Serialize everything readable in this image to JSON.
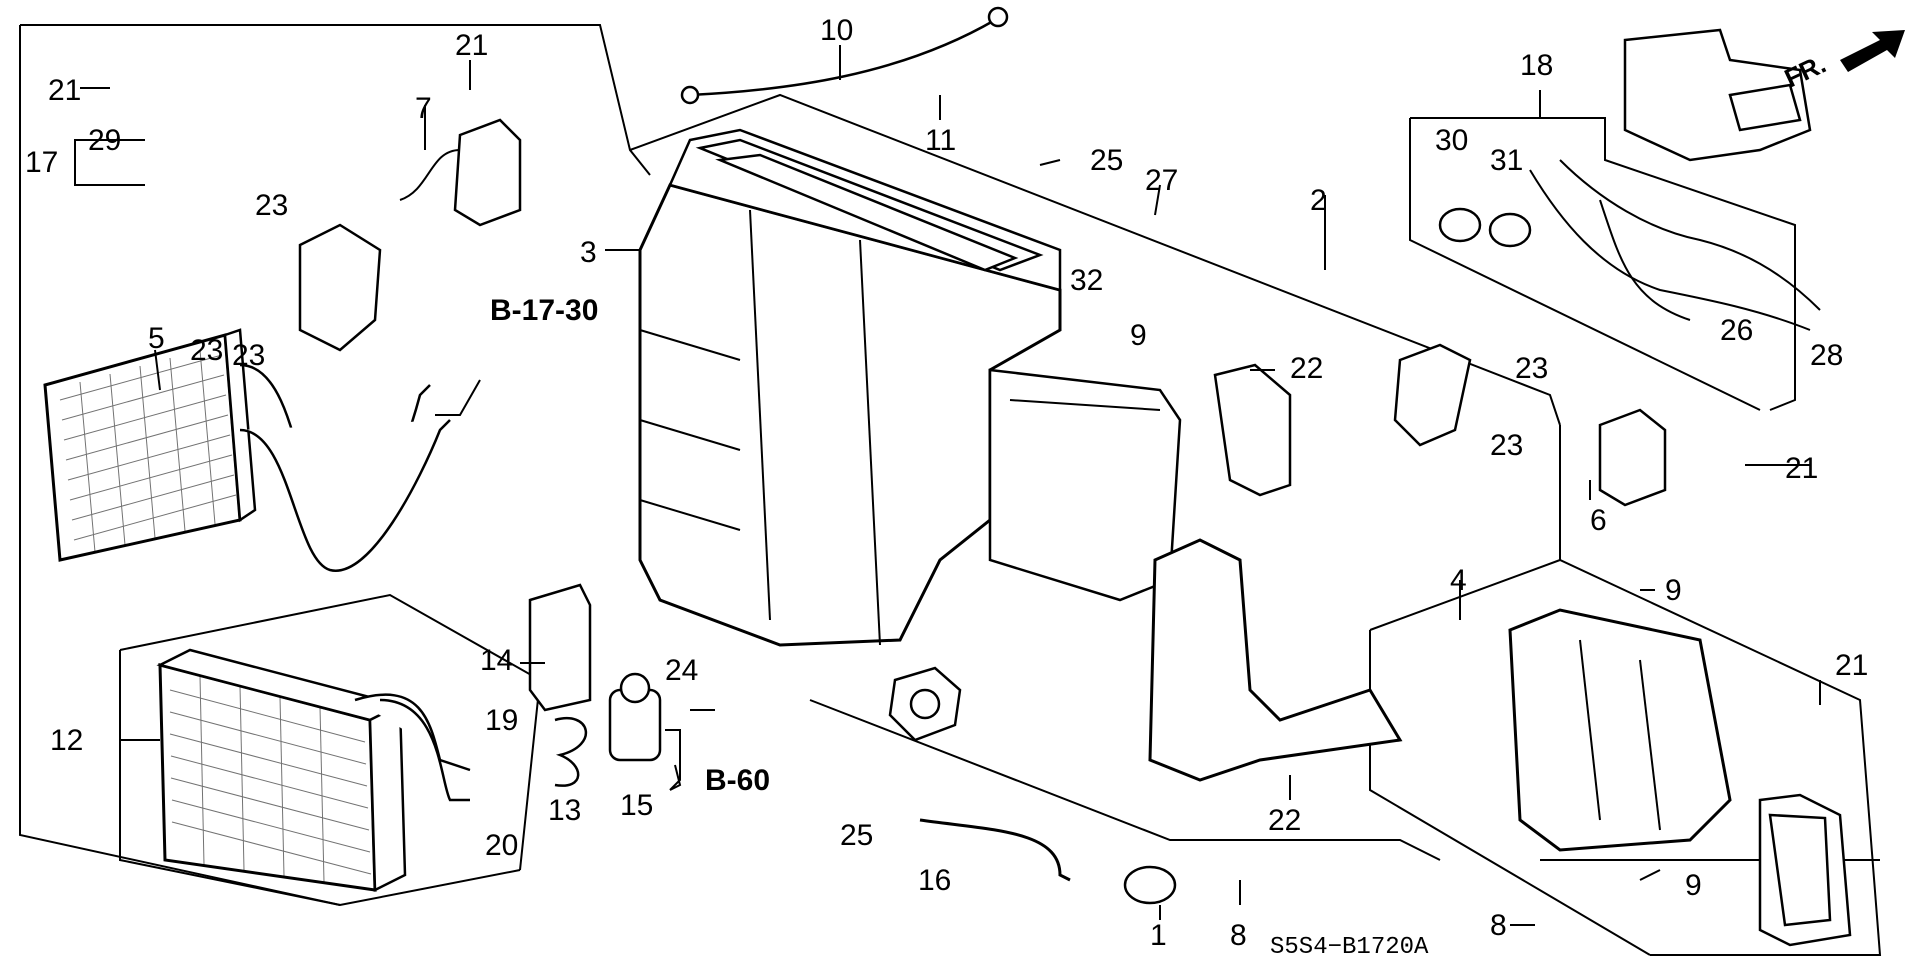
{
  "diagram_code": "S5S4−B1720A",
  "direction_label": "FR.",
  "cross_refs": {
    "ref_a": "B-17-30",
    "ref_b": "B-60"
  },
  "callouts": {
    "c1": "1",
    "c2": "2",
    "c3": "3",
    "c4": "4",
    "c5": "5",
    "c6": "6",
    "c7": "7",
    "c8": "8",
    "c9": "9",
    "c10": "10",
    "c11": "11",
    "c12": "12",
    "c13": "13",
    "c14": "14",
    "c15": "15",
    "c16": "16",
    "c17": "17",
    "c18": "18",
    "c19": "19",
    "c20": "20",
    "c21": "21",
    "c22": "22",
    "c23": "23",
    "c24": "24",
    "c25": "25",
    "c26": "26",
    "c27": "27",
    "c28": "28",
    "c29": "29",
    "c30": "30",
    "c31": "31",
    "c32": "32"
  }
}
